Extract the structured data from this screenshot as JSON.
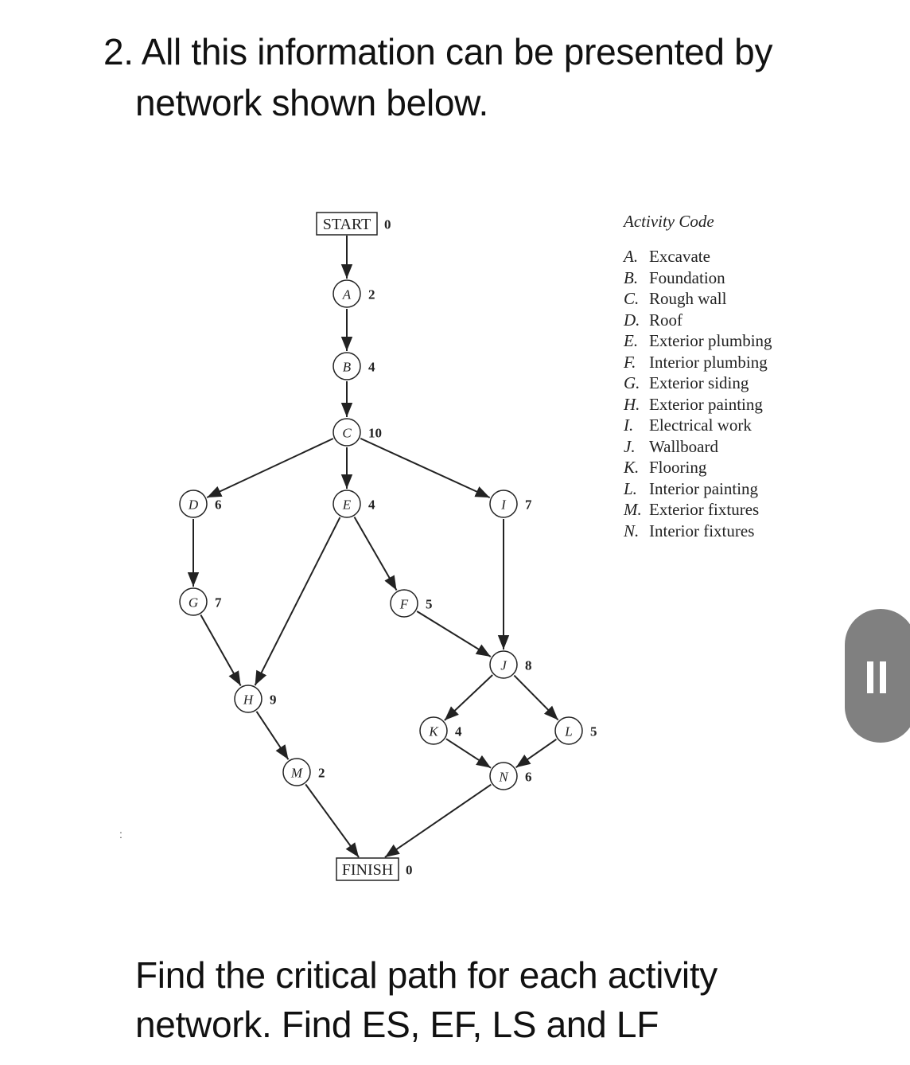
{
  "question": {
    "line1": "2. All this information can be presented by",
    "line2": "network shown below.",
    "footer_line1": "Find the critical path for each activity",
    "footer_line2": "network. Find ES, EF, LS and LF"
  },
  "network": {
    "start": {
      "label": "START",
      "duration": "0"
    },
    "finish": {
      "label": "FINISH",
      "duration": "0"
    },
    "activities": [
      {
        "id": "A",
        "duration": "2"
      },
      {
        "id": "B",
        "duration": "4"
      },
      {
        "id": "C",
        "duration": "10"
      },
      {
        "id": "D",
        "duration": "6"
      },
      {
        "id": "E",
        "duration": "4"
      },
      {
        "id": "I",
        "duration": "7"
      },
      {
        "id": "G",
        "duration": "7"
      },
      {
        "id": "F",
        "duration": "5"
      },
      {
        "id": "J",
        "duration": "8"
      },
      {
        "id": "H",
        "duration": "9"
      },
      {
        "id": "K",
        "duration": "4"
      },
      {
        "id": "L",
        "duration": "5"
      },
      {
        "id": "M",
        "duration": "2"
      },
      {
        "id": "N",
        "duration": "6"
      }
    ],
    "edges": [
      [
        "START",
        "A"
      ],
      [
        "A",
        "B"
      ],
      [
        "B",
        "C"
      ],
      [
        "C",
        "D"
      ],
      [
        "C",
        "E"
      ],
      [
        "C",
        "I"
      ],
      [
        "D",
        "G"
      ],
      [
        "G",
        "H"
      ],
      [
        "E",
        "H"
      ],
      [
        "E",
        "F"
      ],
      [
        "F",
        "J"
      ],
      [
        "I",
        "J"
      ],
      [
        "H",
        "M"
      ],
      [
        "J",
        "K"
      ],
      [
        "J",
        "L"
      ],
      [
        "K",
        "N"
      ],
      [
        "L",
        "N"
      ],
      [
        "M",
        "FINISH"
      ],
      [
        "N",
        "FINISH"
      ]
    ]
  },
  "legend": {
    "title": "Activity Code",
    "items": [
      {
        "code": "A.",
        "name": "Excavate"
      },
      {
        "code": "B.",
        "name": "Foundation"
      },
      {
        "code": "C.",
        "name": "Rough wall"
      },
      {
        "code": "D.",
        "name": "Roof"
      },
      {
        "code": "E.",
        "name": "Exterior plumbing"
      },
      {
        "code": "F.",
        "name": "Interior plumbing"
      },
      {
        "code": "G.",
        "name": "Exterior siding"
      },
      {
        "code": "H.",
        "name": "Exterior painting"
      },
      {
        "code": "I.",
        "name": "Electrical work"
      },
      {
        "code": "J.",
        "name": "Wallboard"
      },
      {
        "code": "K.",
        "name": "Flooring"
      },
      {
        "code": "L.",
        "name": "Interior painting"
      },
      {
        "code": "M.",
        "name": "Exterior fixtures"
      },
      {
        "code": "N.",
        "name": "Interior fixtures"
      }
    ]
  },
  "stray_mark": ":",
  "icons": {
    "scroll_handle": "pause-icon"
  },
  "colors": {
    "ink": "#222222",
    "node_fill": "#ffffff",
    "handle": "#808080"
  }
}
